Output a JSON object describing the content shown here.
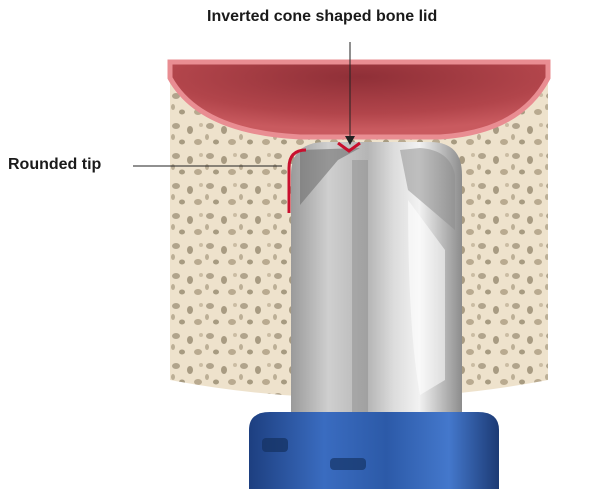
{
  "annotations": {
    "bone_lid": "Inverted cone shaped bone lid",
    "rounded_tip": "Rounded tip"
  },
  "colors": {
    "membrane": "#b2454b",
    "membrane_outline": "#e98d92",
    "bone": "#eee2cc",
    "marker": "#c8102e",
    "drill_light": "#d8d8d8",
    "drill_dark": "#8a8a8a",
    "collar": "#2f5fae"
  },
  "icons": [
    "drill-illustration"
  ]
}
